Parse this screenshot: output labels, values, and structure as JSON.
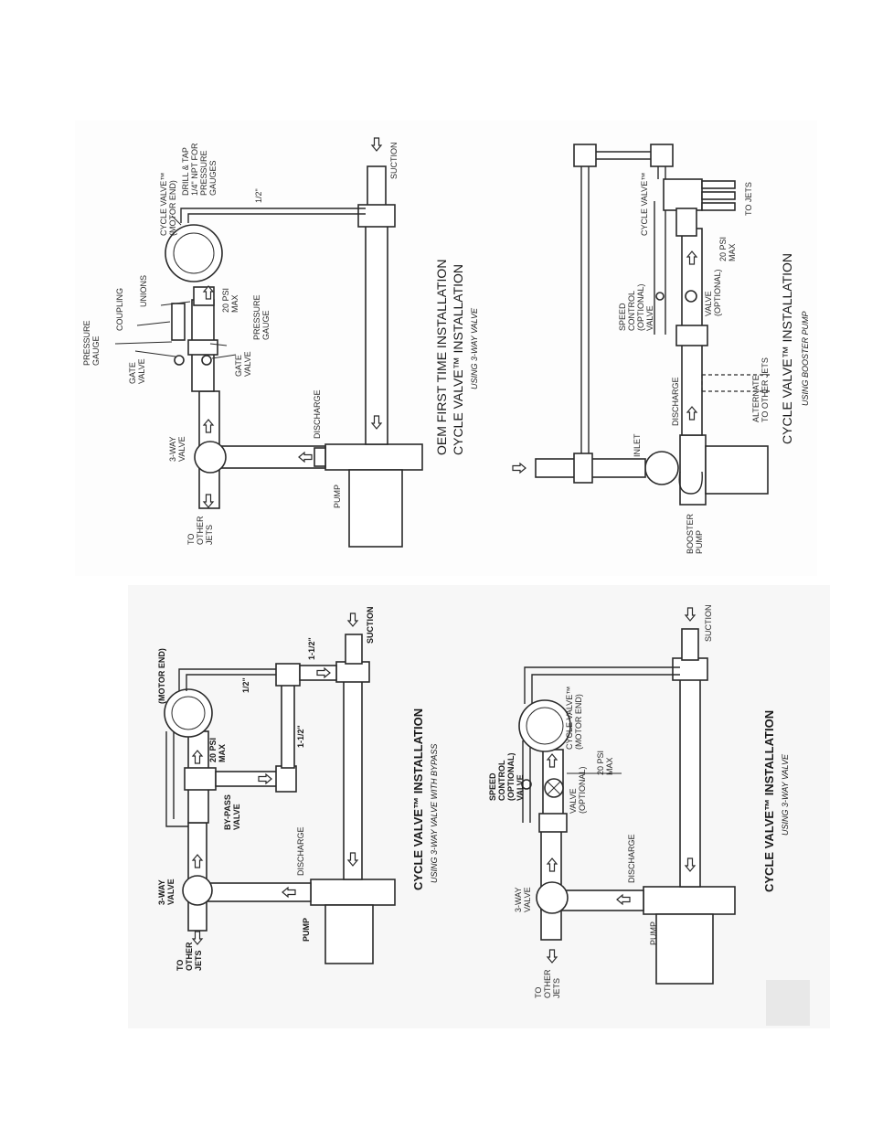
{
  "panel_a": {
    "title_1": "OEM FIRST TIME INSTALLATION",
    "title_2": "CYCLE VALVE™ INSTALLATION",
    "subtitle": "USING 3-WAY VALVE",
    "labels": {
      "to_other_jets_1": "TO",
      "to_other_jets_2": "OTHER",
      "to_other_jets_3": "JETS",
      "three_way_1": "3-WAY",
      "three_way_2": "VALVE",
      "pump": "PUMP",
      "discharge": "DISCHARGE",
      "gate_valve_1a": "GATE",
      "gate_valve_1b": "VALVE",
      "pressure_gauge_1a": "PRESSURE",
      "pressure_gauge_1b": "GAUGE",
      "coupling": "COUPLING",
      "unions": "UNIONS",
      "gate_valve_2a": "GATE",
      "gate_valve_2b": "VALVE",
      "pressure_gauge_2a": "PRESSURE",
      "pressure_gauge_2b": "GAUGE",
      "psi_1": "20 PSI",
      "psi_2": "MAX",
      "cycle_valve_1": "CYCLE VALVE™",
      "cycle_valve_2": "(MOTOR END)",
      "drill_1": "DRILL & TAP",
      "drill_2": "1/4\" NPT FOR",
      "drill_3": "PRESSURE",
      "drill_4": "GAUGES",
      "half": "1/2\"",
      "suction": "SUCTION"
    }
  },
  "panel_b": {
    "title": "CYCLE VALVE™ INSTALLATION",
    "subtitle": "USING BOOSTER PUMP",
    "labels": {
      "booster_1": "BOOSTER",
      "booster_2": "PUMP",
      "inlet": "INLET",
      "discharge": "DISCHARGE",
      "alternate_1": "ALTERNATE",
      "alternate_2": "TO OTHER JETS",
      "speed_1": "SPEED",
      "speed_2": "CONTROL",
      "speed_3": "(OPTIONAL)",
      "speed_4": "VALVE",
      "valve_1": "VALVE",
      "valve_2": "(OPTIONAL)",
      "psi_1": "20 PSI",
      "psi_2": "MAX",
      "cycle_valve": "CYCLE VALVE™",
      "to_jets": "TO JETS"
    }
  },
  "panel_c": {
    "title": "CYCLE VALVE™ INSTALLATION",
    "subtitle": "USING 3-WAY VALVE WITH BYPASS",
    "labels": {
      "to_other_jets_1": "TO",
      "to_other_jets_2": "OTHER",
      "to_other_jets_3": "JETS",
      "three_way_1": "3-WAY",
      "three_way_2": "VALVE",
      "pump": "PUMP",
      "discharge": "DISCHARGE",
      "bypass_1": "BY-PASS",
      "bypass_2": "VALVE",
      "psi_1": "20 PSI",
      "psi_2": "MAX",
      "motor_end": "(MOTOR END)",
      "half": "1/2\"",
      "one_half_1": "1-1/2\"",
      "one_half_2": "1-1/2\"",
      "suction": "SUCTION"
    }
  },
  "panel_d": {
    "title": "CYCLE VALVE™ INSTALLATION",
    "subtitle": "USING 3-WAY VALVE",
    "labels": {
      "to_other_jets_1": "TO",
      "to_other_jets_2": "OTHER",
      "to_other_jets_3": "JETS",
      "three_way_1": "3-WAY",
      "three_way_2": "VALVE",
      "pump": "PUMP",
      "discharge": "DISCHARGE",
      "speed_1": "SPEED",
      "speed_2": "CONTROL",
      "speed_3": "(OPTIONAL)",
      "speed_4": "VALVE",
      "valve_1": "VALVE",
      "valve_2": "(OPTIONAL)",
      "psi_1": "20 PSI",
      "psi_2": "MAX",
      "cycle_valve_1": "CYCLE VALVE™",
      "cycle_valve_2": "(MOTOR END)",
      "suction": "SUCTION"
    }
  }
}
